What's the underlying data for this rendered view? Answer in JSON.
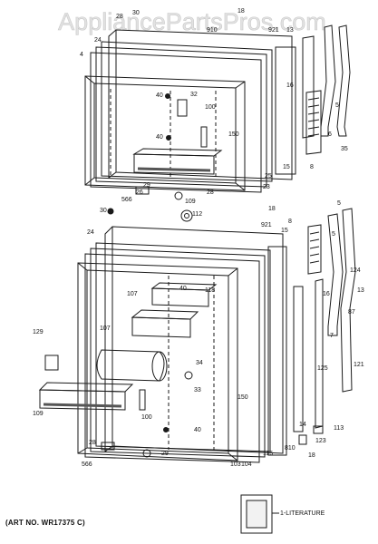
{
  "watermark": "AppliancePartsPros.com",
  "caption": "(ART NO. WR17375 C)",
  "literature_label": "LITERATURE",
  "literature_code": "1",
  "callouts": {
    "top": [
      "18",
      "30",
      "28",
      "910",
      "921",
      "13",
      "24",
      "4",
      "5",
      "16",
      "6",
      "35",
      "40",
      "32",
      "100",
      "40",
      "150",
      "15",
      "8",
      "25",
      "23",
      "29",
      "109",
      "28",
      "26",
      "566",
      "30",
      "5"
    ],
    "bottom": [
      "112",
      "18",
      "24",
      "921",
      "8",
      "5",
      "15",
      "124",
      "13",
      "87",
      "107",
      "40",
      "118",
      "107",
      "129",
      "16",
      "7",
      "34",
      "33",
      "125",
      "121",
      "109",
      "100",
      "150",
      "40",
      "14",
      "810",
      "113",
      "123",
      "18",
      "28",
      "566",
      "29",
      "103",
      "104",
      "115"
    ]
  },
  "colors": {
    "line": "#1a1a1a",
    "shade": "#555555",
    "watermark": "#d8d8d8"
  }
}
